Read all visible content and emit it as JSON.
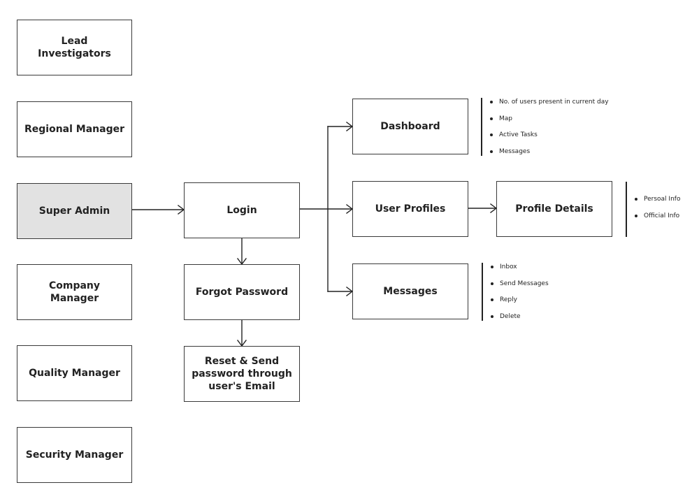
{
  "roles": [
    {
      "id": "lead-investigators",
      "label": "Lead Investigators"
    },
    {
      "id": "regional-manager",
      "label": "Regional Manager"
    },
    {
      "id": "super-admin",
      "label": "Super Admin"
    },
    {
      "id": "company-manager",
      "label": "Company Manager"
    },
    {
      "id": "quality-manager",
      "label": "Quality Manager"
    },
    {
      "id": "security-manager",
      "label": "Security Manager"
    }
  ],
  "flow": {
    "login": "Login",
    "forgot_password": "Forgot Password",
    "reset_password": "Reset & Send password through user's Email",
    "dashboard": "Dashboard",
    "user_profiles": "User Profiles",
    "messages": "Messages",
    "profile_details": "Profile Details"
  },
  "notes": {
    "dashboard": [
      "No. of users present in current day",
      "Map",
      "Active Tasks",
      "Messages"
    ],
    "profile_details": [
      "Persoal Info",
      "Official Info"
    ],
    "messages": [
      "Inbox",
      "Send Messages",
      "Reply",
      "Delete"
    ]
  },
  "colors": {
    "highlight_fill": "#e2e2e2",
    "border": "#3a3a3a",
    "text": "#222222"
  }
}
